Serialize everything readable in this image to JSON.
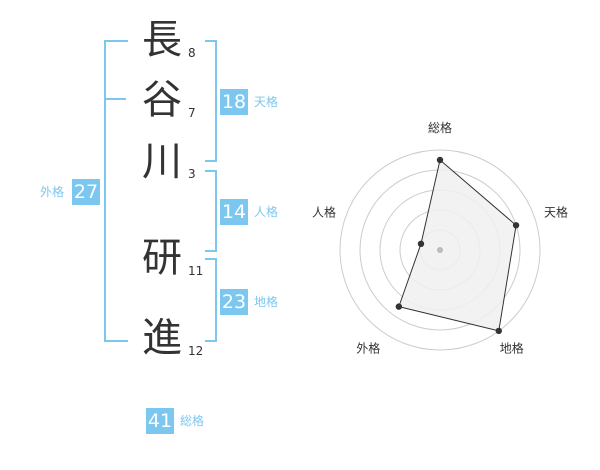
{
  "name": {
    "characters": [
      {
        "char": "長",
        "strokes": "8"
      },
      {
        "char": "谷",
        "strokes": "7"
      },
      {
        "char": "川",
        "strokes": "3"
      },
      {
        "char": "研",
        "strokes": "11"
      },
      {
        "char": "進",
        "strokes": "12"
      }
    ]
  },
  "fortunes": {
    "tenkaku": {
      "value": "18",
      "label": "天格"
    },
    "jinkaku": {
      "value": "14",
      "label": "人格"
    },
    "chikaku": {
      "value": "23",
      "label": "地格"
    },
    "gaikaku": {
      "value": "27",
      "label": "外格"
    },
    "soukaku": {
      "value": "41",
      "label": "総格"
    }
  },
  "radar": {
    "axes": [
      "総格",
      "天格",
      "地格",
      "外格",
      "人格"
    ],
    "levels": 5,
    "values": [
      4.5,
      4.0,
      5.0,
      3.5,
      1.0
    ],
    "colors": {
      "ring": "#cccccc",
      "fill": "#f0f0f0",
      "line": "#333333",
      "center": "#bbbbbb"
    }
  }
}
